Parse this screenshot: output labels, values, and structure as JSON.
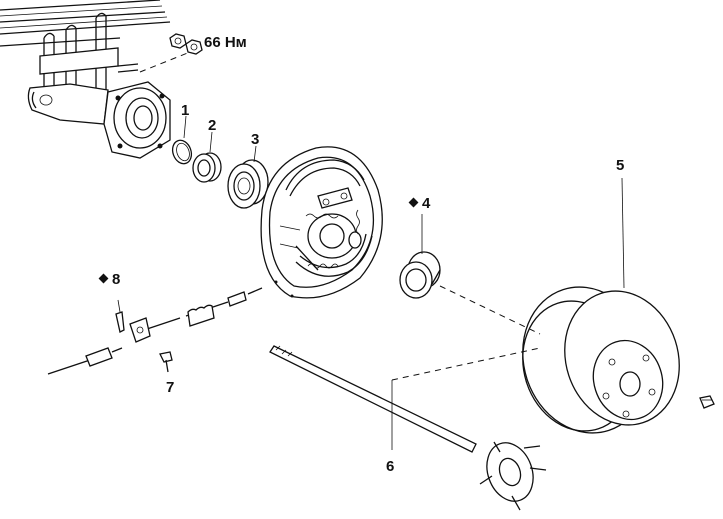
{
  "torque": {
    "value": "66 Нм"
  },
  "callouts": [
    {
      "id": "1",
      "label": "1",
      "marked": false
    },
    {
      "id": "2",
      "label": "2",
      "marked": false
    },
    {
      "id": "3",
      "label": "3",
      "marked": false
    },
    {
      "id": "4",
      "label": "4",
      "marked": true
    },
    {
      "id": "5",
      "label": "5",
      "marked": false
    },
    {
      "id": "6",
      "label": "6",
      "marked": false
    },
    {
      "id": "7",
      "label": "7",
      "marked": false
    },
    {
      "id": "8",
      "label": "8",
      "marked": true
    }
  ]
}
